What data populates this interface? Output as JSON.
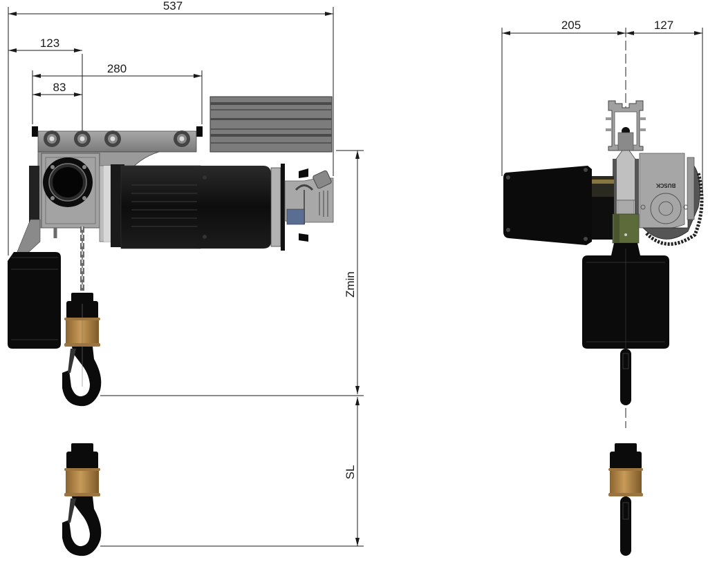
{
  "drawing": {
    "title": "Electric chain hoist with trolley - dimension drawing",
    "views": [
      "side-view",
      "end-view"
    ]
  },
  "dimensions": {
    "overall_length": "537",
    "left_to_chain": "123",
    "trolley_wheelbase": "280",
    "trolley_to_chain": "83",
    "zmin_label": "Zmin",
    "sl_label": "SL",
    "end_left": "205",
    "end_right": "127"
  },
  "labels": {
    "brand_mark": "BUSCK"
  },
  "colors": {
    "body": "#0b0b0b",
    "steel": "#8e8e8e",
    "light_steel": "#b8b8b8",
    "bronze": "#b48a4e",
    "green_part": "#5d6a3a",
    "blue_part": "#5a6e94",
    "line": "#1a1a1a"
  }
}
